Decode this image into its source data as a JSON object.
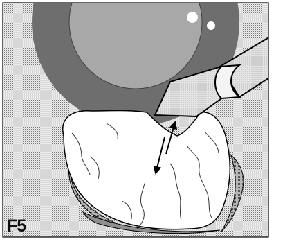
{
  "figure": {
    "label": "F5",
    "colors": {
      "background_tone": "#d6d6d6",
      "outer_ring": "#6e6e6e",
      "inner_disc": "#a8a8a8",
      "probe_fill": "#d9d9d9",
      "tissue_fill": "#ffffff",
      "shadow_tone": "#9a9a9a",
      "outline": "#000000"
    },
    "elements": {
      "ring": "circular-ring",
      "probe": "stylus-probe",
      "specimen": "tissue-specimen",
      "motion": "double-headed-arrow"
    }
  }
}
